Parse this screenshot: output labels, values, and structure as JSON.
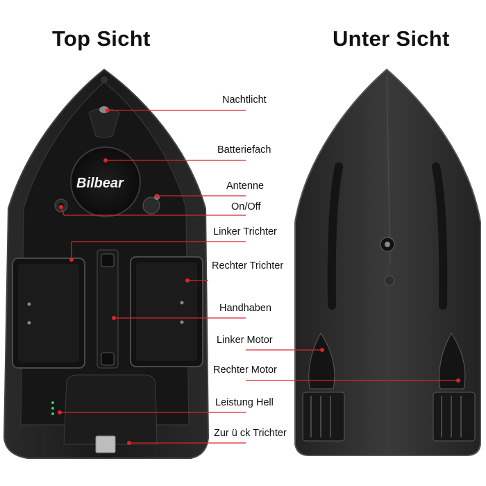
{
  "titles": {
    "top_view": "Top Sicht",
    "under_view": "Unter Sicht"
  },
  "brand_logo_text": "Bilbear",
  "labels": {
    "night_light": "Nachtlicht",
    "battery": "Batteriefach",
    "antenna": "Antenne",
    "on_off": "On/Off",
    "left_hopper": "Linker Trichter",
    "right_hopper": "Rechter Trichter",
    "handles": "Handhaben",
    "left_motor": "Linker Motor",
    "right_motor": "Rechter Motor",
    "power_light": "Leistung Hell",
    "rear_hopper": "Zur ü ck Trichter"
  },
  "colors": {
    "annotation_line": "#d9262b",
    "boat_hull": "#1c1c1c",
    "background": "#ffffff"
  }
}
